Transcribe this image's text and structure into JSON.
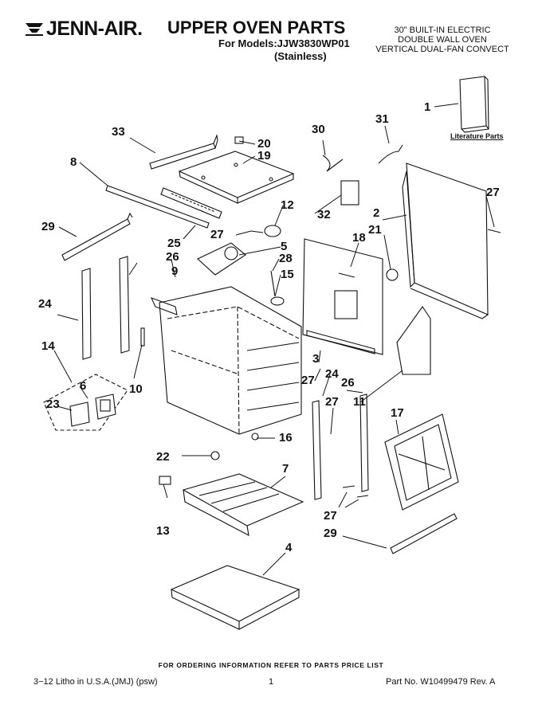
{
  "header": {
    "brand": "JENN-AIR.",
    "title": "UPPER OVEN PARTS",
    "models": "For Models:JJW3830WP01",
    "finish": "(Stainless)",
    "description": [
      "30\" BUILT-IN ELECTRIC",
      "DOUBLE WALL OVEN",
      "VERTICAL DUAL-FAN CONVECT"
    ]
  },
  "literature_label": "Literature Parts",
  "callouts": {
    "c1": "1",
    "c2": "2",
    "c3": "3",
    "c4": "4",
    "c5": "5",
    "c6": "6",
    "c7": "7",
    "c8": "8",
    "c9": "9",
    "c10": "10",
    "c11": "11",
    "c12": "12",
    "c13": "13",
    "c14": "14",
    "c15": "15",
    "c16": "16",
    "c17": "17",
    "c18": "18",
    "c19": "19",
    "c20": "20",
    "c21": "21",
    "c22": "22",
    "c23": "23",
    "c24a": "24",
    "c24b": "24",
    "c25": "25",
    "c26a": "26",
    "c26b": "26",
    "c27a": "27",
    "c27b": "27",
    "c27c": "27",
    "c27d": "27",
    "c27e": "27",
    "c28": "28",
    "c29a": "29",
    "c29b": "29",
    "c30": "30",
    "c31": "31",
    "c32": "32",
    "c33": "33"
  },
  "footer": {
    "ordering_note": "FOR ORDERING INFORMATION REFER TO PARTS PRICE LIST",
    "litho": "3−12 Litho in U.S.A.(JMJ) (psw)",
    "page": "1",
    "part_no": "Part No. W10499479 Rev. A"
  }
}
